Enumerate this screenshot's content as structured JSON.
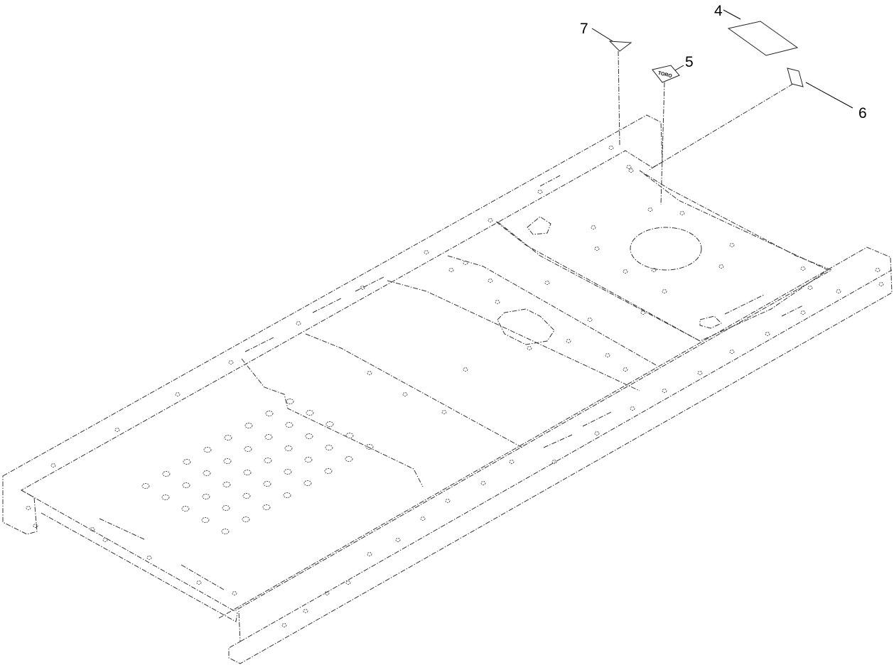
{
  "callouts": {
    "c4": "4",
    "c5": "5",
    "c6": "6",
    "c7": "7"
  },
  "decal_5_text": "TORO",
  "colors": {
    "line": "#333333",
    "background": "#ffffff"
  }
}
